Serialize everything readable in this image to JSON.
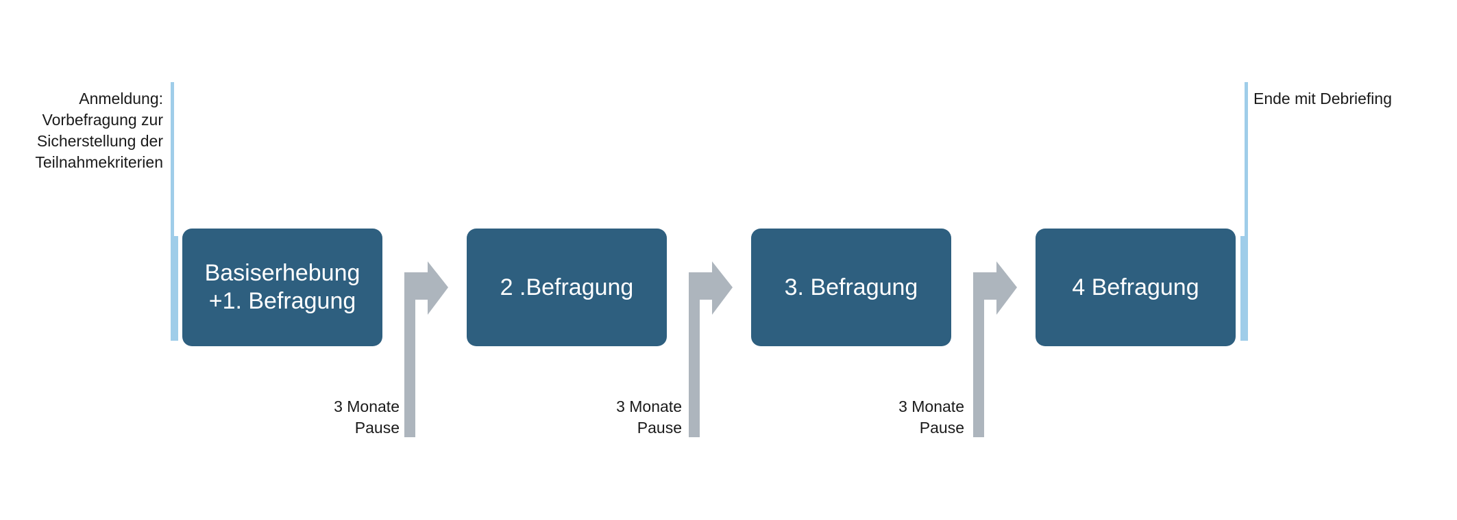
{
  "colors": {
    "box_fill": "#2e5f7f",
    "box_text": "#ffffff",
    "bracket": "#9fcde9",
    "arrow": "#adb5bd",
    "text": "#1a1a1a"
  },
  "start_note": {
    "lines": [
      "Anmeldung:",
      "Vorbefragung zur",
      "Sicherstellung der",
      "Teilnahmekriterien"
    ]
  },
  "end_note": {
    "lines": [
      "Ende mit Debriefing"
    ]
  },
  "stages": [
    {
      "lines": [
        "Basiserhebung",
        "+1. Befragung"
      ]
    },
    {
      "lines": [
        "2 .Befragung"
      ]
    },
    {
      "lines": [
        "3. Befragung"
      ]
    },
    {
      "lines": [
        "4 Befragung"
      ]
    }
  ],
  "pauses": [
    {
      "lines": [
        "3 Monate",
        "Pause"
      ]
    },
    {
      "lines": [
        "3 Monate",
        "Pause"
      ]
    },
    {
      "lines": [
        "3 Monate",
        "Pause"
      ]
    }
  ]
}
